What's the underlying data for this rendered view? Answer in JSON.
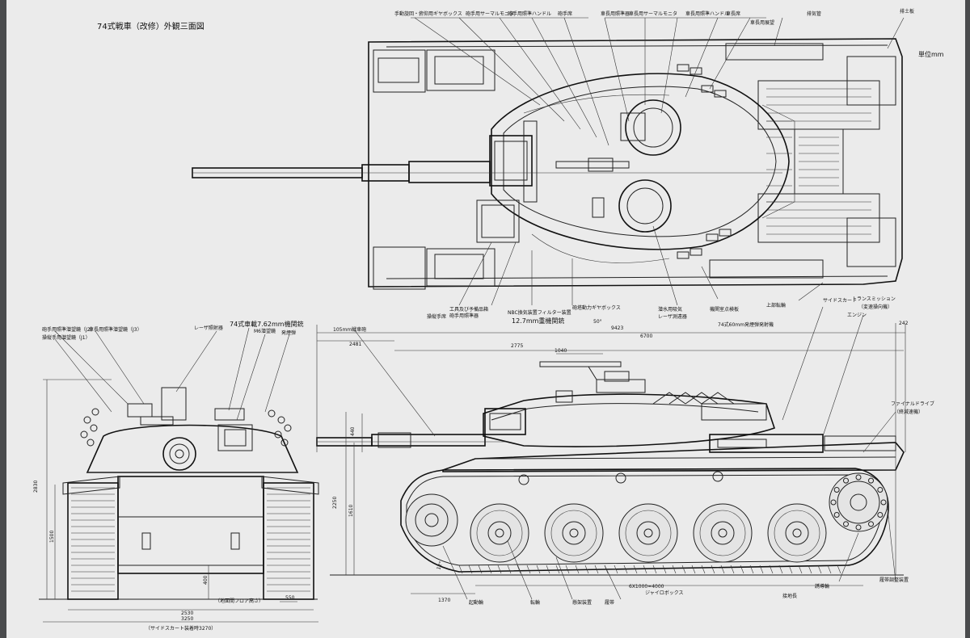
{
  "title": "74式戦車（改修）外観三面図",
  "unit": "単位mm",
  "top_view_callouts": [
    "手動旋回・俯仰用ギヤボックス",
    "砲手用サーマルモニタ",
    "砲手用照準ハンドル",
    "砲手席",
    "車長用照準器",
    "車長用サーマルモニタ",
    "車長用照準ハンドル",
    "車長席",
    "車長用展望",
    "排気管",
    "排土板",
    "サイドスカート",
    "操縦手席",
    "工具及び予備品箱",
    "砲手用照準器",
    "NBC換気装置フィルター装置",
    "12.7mm重機関銃",
    "砲塔動力ギヤボックス",
    "潜水用吸気",
    "レーザ測遠器",
    "74式60mm発煙弾発射機",
    "機関室点検板"
  ],
  "front_view_callouts": [
    "砲手用照準潜望鏡（J2）",
    "車長用照準潜望鏡（J3）",
    "操縦手用潜望鏡（J1）",
    "レーザ照射器",
    "74式車載7.62mm機関銃",
    "M6潜望鏡",
    "発煙弾"
  ],
  "side_view_callouts": [
    "105mm戦車砲",
    "トランスミッション",
    "（変速操向機）",
    "エンジン",
    "ファイナルドライブ",
    "（終減速機）",
    "誘導輪",
    "起動輪",
    "転輪",
    "懸架装置",
    "履帯",
    "ジャイロボックス",
    "履帯調整装置",
    "上部転輪",
    "接地長"
  ],
  "front_dimensions": [
    "2830",
    "1500",
    "400",
    "2530",
    "550",
    "（地面間フロア高さ）",
    "3250",
    "（サイドスカート装着時3270）"
  ],
  "side_dimensions": [
    "9423",
    "6700",
    "2481",
    "2775",
    "1040",
    "242",
    "440",
    "2250",
    "1610",
    "1370",
    "6X1000=4000",
    "50°",
    "12°"
  ]
}
